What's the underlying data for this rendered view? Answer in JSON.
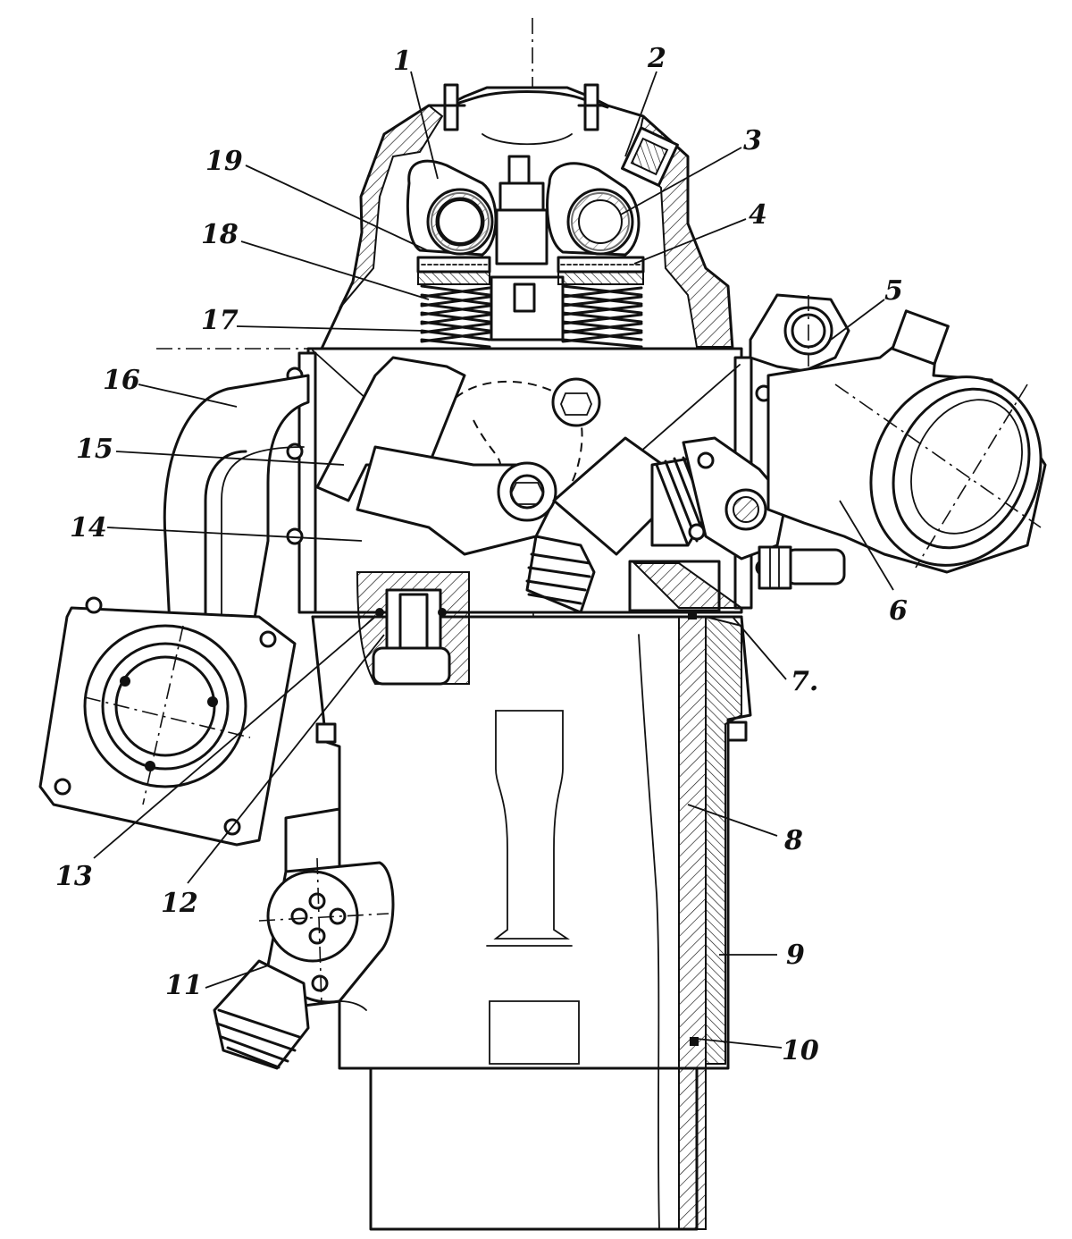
{
  "figure": {
    "callouts": [
      {
        "id": "1",
        "label": "1"
      },
      {
        "id": "2",
        "label": "2"
      },
      {
        "id": "3",
        "label": "3"
      },
      {
        "id": "4",
        "label": "4"
      },
      {
        "id": "5",
        "label": "5"
      },
      {
        "id": "6",
        "label": "6"
      },
      {
        "id": "7",
        "label": "7."
      },
      {
        "id": "8",
        "label": "8"
      },
      {
        "id": "9",
        "label": "9"
      },
      {
        "id": "10",
        "label": "10"
      },
      {
        "id": "11",
        "label": "11"
      },
      {
        "id": "12",
        "label": "12"
      },
      {
        "id": "13",
        "label": "13"
      },
      {
        "id": "14",
        "label": "14"
      },
      {
        "id": "15",
        "label": "15"
      },
      {
        "id": "16",
        "label": "16"
      },
      {
        "id": "17",
        "label": "17"
      },
      {
        "id": "18",
        "label": "18"
      },
      {
        "id": "19",
        "label": "19"
      }
    ]
  }
}
